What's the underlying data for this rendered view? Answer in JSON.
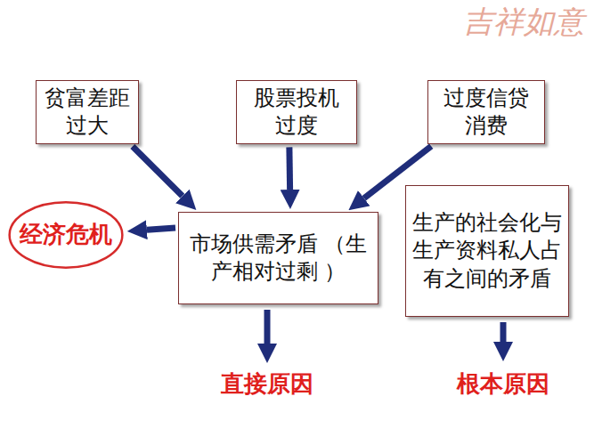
{
  "diagram": {
    "nodes": [
      {
        "text": [
          "贫富差距 过大"
        ]
      },
      {
        "text": [
          "股票投机 过度"
        ]
      },
      {
        "text": [
          "过度信贷 消费"
        ]
      },
      {
        "text": [
          "经济危机"
        ]
      },
      {
        "text": [
          "市场供需矛盾 （生产相对过剩 ）"
        ]
      },
      {
        "text": [
          "生产的社会化与生产资料私人占有之间的矛盾"
        ]
      }
    ],
    "edges": [
      {
        "from": 0,
        "to": 4,
        "arrow": "to"
      },
      {
        "from": 1,
        "to": 4,
        "arrow": "to"
      },
      {
        "from": 2,
        "to": 4,
        "arrow": "to"
      },
      {
        "from": 4,
        "to": 3,
        "arrow": "to"
      }
    ],
    "labels": [
      "直接原因",
      "根本原因",
      "吉祥如意"
    ]
  }
}
